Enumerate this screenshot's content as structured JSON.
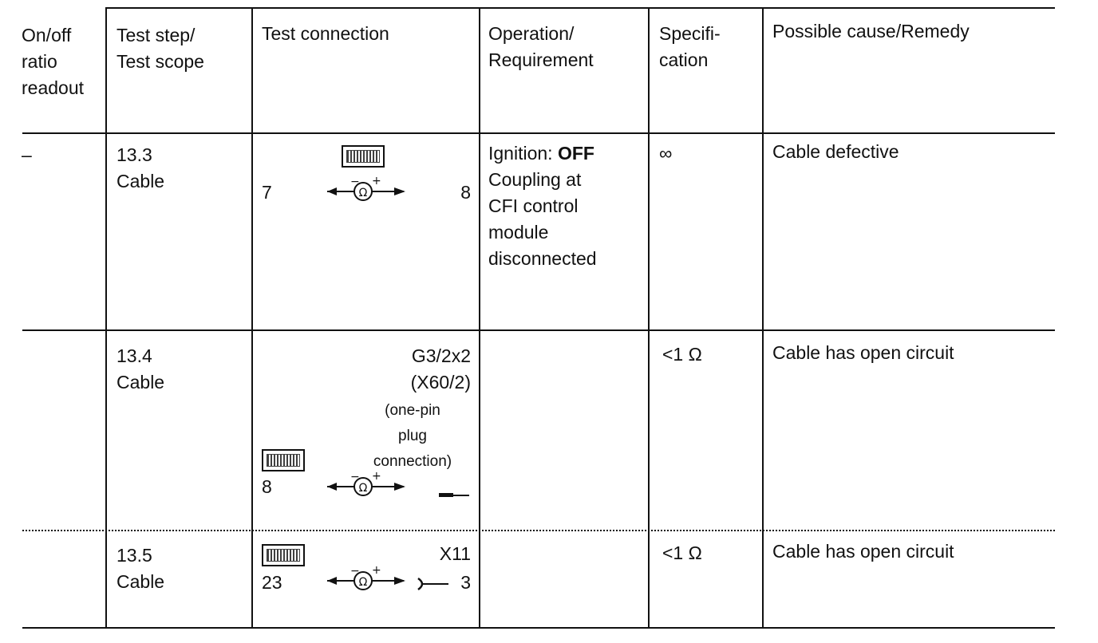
{
  "headers": {
    "col1": "On/off\nratio\nreadout",
    "col2": "Test step/\nTest scope",
    "col3": "Test connection",
    "col4": "Operation/\nRequirement",
    "col5": "Specifi-\ncation",
    "col6": "Possible cause/Remedy"
  },
  "rows": [
    {
      "readout": "–",
      "step": "13.3\nCable",
      "conn_left": "7",
      "conn_right": "8",
      "operation_prefix": "Ignition: ",
      "operation_bold": "OFF",
      "operation_rest": "Coupling at\nCFI control\nmodule\ndisconnected",
      "spec": "∞",
      "remedy": "Cable defective"
    },
    {
      "readout": "",
      "step": "13.4\nCable",
      "conn_left": "8",
      "conn_title": "G3/2x2\n(X60/2)",
      "conn_note": "(one-pin\nplug\nconnection)",
      "spec": "<1 Ω",
      "remedy": "Cable has open circuit"
    },
    {
      "readout": "",
      "step": "13.5\nCable",
      "conn_left": "23",
      "conn_title": "X11",
      "conn_right": "3",
      "spec": "<1 Ω",
      "remedy": "Cable has open circuit"
    }
  ],
  "icons": {
    "tester": "tester-icon",
    "ohmmeter": "ohmmeter-icon",
    "plug": "plug-icon",
    "socket": "socket-icon"
  }
}
